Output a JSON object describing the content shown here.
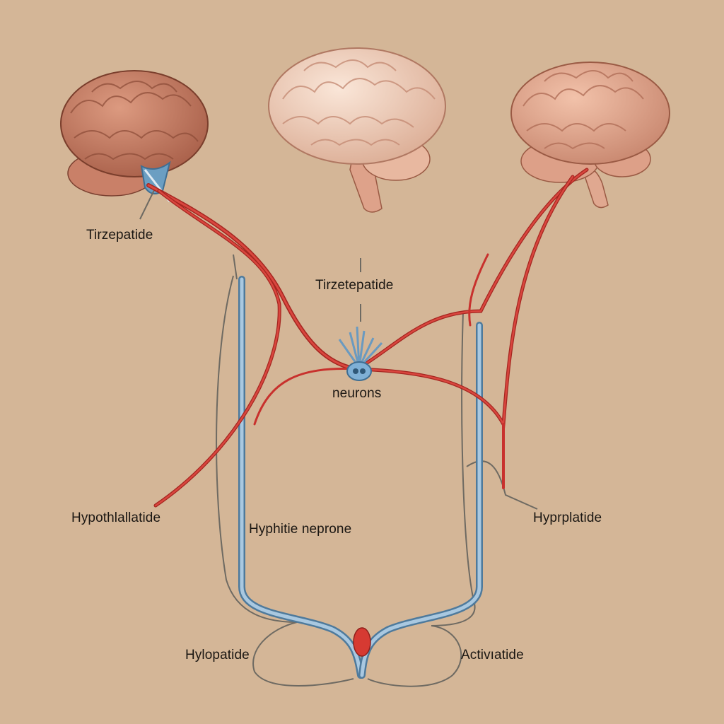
{
  "colors": {
    "background": "#d4b697",
    "artery": "#c8312d",
    "nerve": "#7fa8c8",
    "fiber": "#6e6a62",
    "brain_left": "#c9826a",
    "brain_center": "#f0d2bf",
    "brain_right": "#e3a990"
  },
  "labels": {
    "tirzepatide_left": "Tirzepatide",
    "tirzetepatide_center": "Tirzetepatide",
    "neurons": "neurons",
    "hypothlallatide": "Hypothlallatide",
    "hyphitie_neprone": "Hyphitie neprone",
    "hyprplatide": "Hyprplatide",
    "hylopatide": "Hylopatide",
    "activiatide": "Activıatide"
  }
}
